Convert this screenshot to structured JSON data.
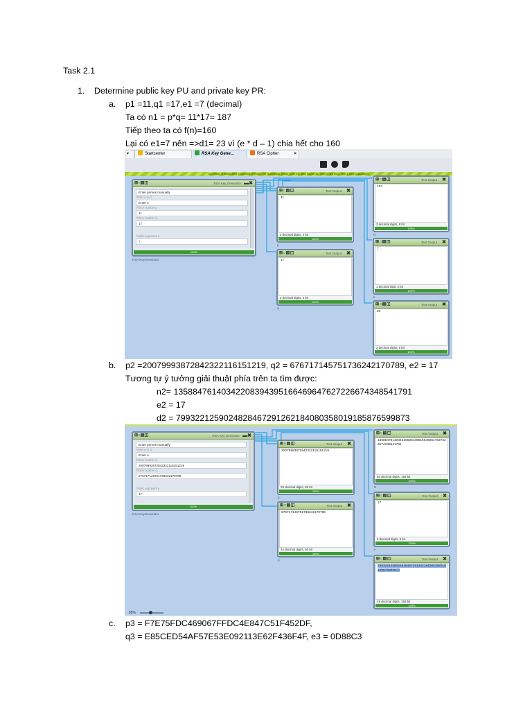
{
  "doc": {
    "task_title": "Task 2.1",
    "item1_num": "1.",
    "item1_text": "Determine public key PU and private key PR:",
    "a_label": "a.",
    "a_lines": [
      "p1 =11,q1 =17,e1 =7 (decimal)",
      "Ta có n1 = p*q= 11*17= 187",
      "Tiếp theo ta có f(n)=160",
      "Lại có e1=7 nên =>d1= 23 vì (e * d – 1) chia hết cho 160"
    ],
    "b_label": "b.",
    "b_line1": "p2 =200799938728423221161512​19, q2 = 67671714575173624217078​9, e2 = 17",
    "b_line2": "Tương tự ý tưởng giải thuật phía trên ta tìm được:",
    "b_n2": "n2= 135884761403422083943951664696476272266743485417​91",
    "b_e2": "e2 = 17",
    "b_d2": "d2 = 799322125902482846729126218408035801918587659987​3",
    "c_label": "c.",
    "c_line1": "p3 = F7E75FDC469067FFDC4E847C51F452DF,",
    "c_line2": "q3 = E85CED54AF57E53E092113E62F436F4F, e3 = 0D88C3"
  },
  "shot1": {
    "tabs": [
      {
        "label": "Startcenter"
      },
      {
        "label": "RSA Key Gene..."
      },
      {
        "label": "RSA Cipher"
      }
    ],
    "banner": "Condition: finished after 6 seconds (Hit stop the workspace power push the start button as many times as to start a new calculation)",
    "generator": {
      "title": "RSA Key Generator",
      "select": "Enter primes manually",
      "label_e": "Enter e or d",
      "select_e": "Enter e",
      "label_p": "Prime number p",
      "p": "11",
      "label_q": "Prime number q",
      "q": "17",
      "label_exp": "Public exponent e",
      "exp": "7",
      "progress": "100%",
      "caption": "RSA KeyGenerator"
    },
    "outputs": [
      {
        "title": "Text Output",
        "value": "11",
        "footer": "2 decimal digits, 4 bit",
        "progress": "100%",
        "tag": "p"
      },
      {
        "title": "Text Output",
        "value": "17",
        "footer": "2 decimal digits, 5 bit",
        "progress": "100%",
        "tag": "q"
      },
      {
        "title": "Text Output",
        "value": "187",
        "footer": "3 decimal digits, 8 bit",
        "progress": "100%",
        "tag": "N"
      },
      {
        "title": "Text Output",
        "value": "7",
        "footer": "1 decimal digit, 3 bit",
        "progress": "100%",
        "tag": "e"
      },
      {
        "title": "Text Output",
        "value": "23",
        "footer": "2 decimal digits, 5 bit",
        "progress": "100%",
        "tag": "d"
      }
    ]
  },
  "shot2": {
    "generator": {
      "title": "RSA Key Generator",
      "select": "Enter primes manually",
      "label_e": "Enter e or d",
      "select_e": "Enter e",
      "label_p": "Prime number p",
      "p": "200799938728423221161512​19",
      "label_q": "Prime number q",
      "q": "67671714575173624217078​9",
      "label_exp": "Public exponent e",
      "exp": "17",
      "progress": "100%",
      "caption": "RSA KeyGenerator"
    },
    "outputs": [
      {
        "title": "Text Output",
        "value": "200799938728423221161512​19",
        "footer": "26 decimal digits, 85 bit",
        "progress": "100%",
        "tag": "p"
      },
      {
        "title": "Text Output",
        "value": "67671714575173624217078​9",
        "footer": "24 decimal digits, 80 bit",
        "progress": "100%",
        "tag": "q"
      },
      {
        "title": "Text Output",
        "value": "135884761403422083943951664696476272266743485417​91",
        "footer": "50 decimal digits, 164 bit",
        "progress": "100%",
        "tag": "N"
      },
      {
        "title": "Text Output",
        "value": "17",
        "footer": "2 decimal digits, 5 bit",
        "progress": "100%",
        "tag": "e"
      },
      {
        "title": "Text Output",
        "value": "799322125902482846729126218408035801918587659987​3",
        "footer": "49 decimal digits, 163 bit",
        "progress": "100%",
        "tag": "d"
      }
    ],
    "zoom": "89%"
  }
}
